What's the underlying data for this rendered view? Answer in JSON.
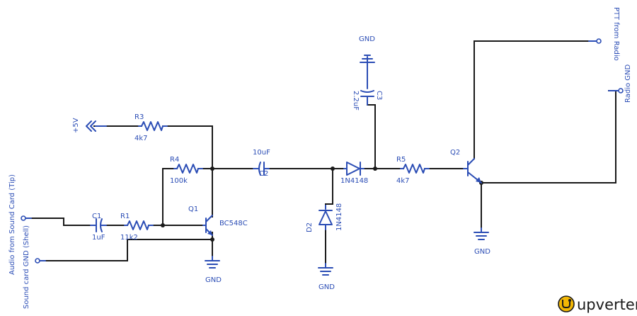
{
  "colors": {
    "wire": "#1a1a1a",
    "component": "#2b4db5",
    "logo": "#f2b705"
  },
  "labels": {
    "supply": "+5V",
    "r3_ref": "R3",
    "r3_val": "4k7",
    "r4_ref": "R4",
    "r4_val": "100k",
    "c1_ref": "C1",
    "c1_val": "1uF",
    "r1_ref": "R1",
    "r1_val": "11k2",
    "q1_ref": "Q1",
    "q1_val": "BC548C",
    "c2_ref": "C2",
    "c2_val": "10uF",
    "d1_val": "1N4148",
    "d2_ref": "D2",
    "d2_val": "1N4148",
    "c3_ref": "C3",
    "c3_val": "2.2uF",
    "r5_ref": "R5",
    "r5_val": "4k7",
    "q2_ref": "Q2",
    "gnd_q1": "GND",
    "gnd_d2": "GND",
    "gnd_c3": "GND",
    "gnd_q2": "GND",
    "port_audio": "Audio from Sound Card (Tip)",
    "port_sc_gnd": "Sound card GND (Shell)",
    "port_ptt": "PTT from Radio",
    "port_radio_gnd": "Radio GND"
  },
  "logo": {
    "text": "upverter",
    "icon": "upverter-logo-icon"
  }
}
